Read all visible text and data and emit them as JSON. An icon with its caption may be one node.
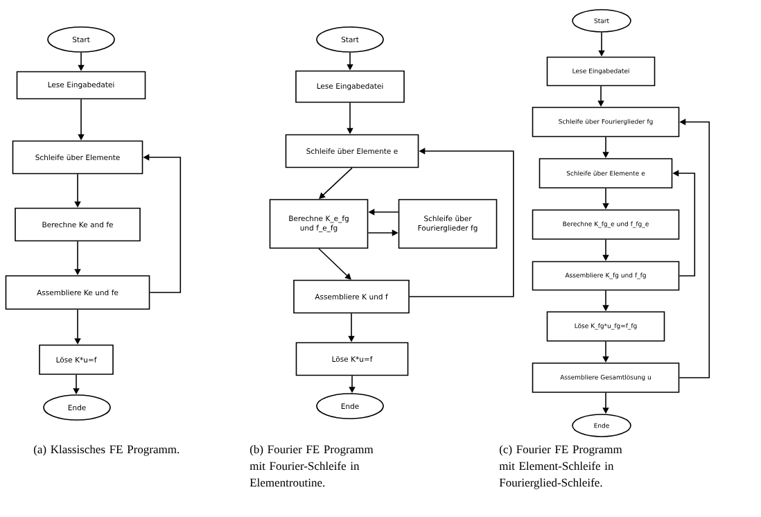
{
  "diagram": {
    "nodes": [
      {
        "text": [
          "Start"
        ]
      },
      {
        "text": [
          "Lese Eingabedatei"
        ]
      },
      {
        "text": [
          "Schleife über Elemente"
        ]
      },
      {
        "text": [
          "Berechne Ke and fe"
        ]
      },
      {
        "text": [
          "Assembliere Ke und fe"
        ]
      },
      {
        "text": [
          "Löse K*u=f"
        ]
      },
      {
        "text": [
          "Ende"
        ]
      },
      {
        "text": [
          "Start"
        ]
      },
      {
        "text": [
          "Lese Eingabedatei"
        ]
      },
      {
        "text": [
          "Schleife über Elemente e"
        ]
      },
      {
        "text": [
          "Berechne K_e_fg und f_e_fg"
        ]
      },
      {
        "text": [
          "Schleife über Fourierglieder fg"
        ]
      },
      {
        "text": [
          "Assembliere K und f"
        ]
      },
      {
        "text": [
          "Löse K*u=f"
        ]
      },
      {
        "text": [
          "Ende"
        ]
      },
      {
        "text": [
          "Start"
        ]
      },
      {
        "text": [
          "Lese Eingabedatei"
        ]
      },
      {
        "text": [
          "Schleife über Fourierglieder fg"
        ]
      },
      {
        "text": [
          "Schleife über Elemente e"
        ]
      },
      {
        "text": [
          "Berechne K_fg_e und f_fg_e"
        ]
      },
      {
        "text": [
          "Assembliere K_fg und f_fg"
        ]
      },
      {
        "text": [
          "Löse K_fg*u_fg=f_fg"
        ]
      },
      {
        "text": [
          "Assembliere Gesamtlösung u"
        ]
      },
      {
        "text": [
          "Ende"
        ]
      }
    ],
    "edges": [
      {
        "from": 0,
        "to": 1,
        "arrow": "to"
      },
      {
        "from": 1,
        "to": 2,
        "arrow": "to"
      },
      {
        "from": 2,
        "to": 3,
        "arrow": "to"
      },
      {
        "from": 3,
        "to": 4,
        "arrow": "to"
      },
      {
        "from": 4,
        "to": 2,
        "arrow": "to"
      },
      {
        "from": 4,
        "to": 5,
        "arrow": "to"
      },
      {
        "from": 5,
        "to": 6,
        "arrow": "to"
      },
      {
        "from": 7,
        "to": 8,
        "arrow": "to"
      },
      {
        "from": 8,
        "to": 9,
        "arrow": "to"
      },
      {
        "from": 9,
        "to": 10,
        "arrow": "to"
      },
      {
        "from": 11,
        "to": 10,
        "arrow": "to"
      },
      {
        "from": 10,
        "to": 11,
        "arrow": "to"
      },
      {
        "from": 10,
        "to": 12,
        "arrow": "to"
      },
      {
        "from": 12,
        "to": 9,
        "arrow": "to"
      },
      {
        "from": 12,
        "to": 13,
        "arrow": "to"
      },
      {
        "from": 13,
        "to": 14,
        "arrow": "to"
      },
      {
        "from": 15,
        "to": 16,
        "arrow": "to"
      },
      {
        "from": 16,
        "to": 17,
        "arrow": "to"
      },
      {
        "from": 17,
        "to": 18,
        "arrow": "to"
      },
      {
        "from": 18,
        "to": 19,
        "arrow": "to"
      },
      {
        "from": 19,
        "to": 20,
        "arrow": "to"
      },
      {
        "from": 20,
        "to": 18,
        "arrow": "to"
      },
      {
        "from": 20,
        "to": 21,
        "arrow": "to"
      },
      {
        "from": 21,
        "to": 22,
        "arrow": "to"
      },
      {
        "from": 22,
        "to": 17,
        "arrow": "to"
      },
      {
        "from": 22,
        "to": 23,
        "arrow": "to"
      }
    ],
    "labels": [
      "(a) Klassisches FE Programm.",
      "(b) Fourier FE Programm mit Fourier-Schleife in Elementroutine.",
      "(c) Fourier FE Programm mit Element-Schleife in Fourierglied-Schleife."
    ]
  }
}
